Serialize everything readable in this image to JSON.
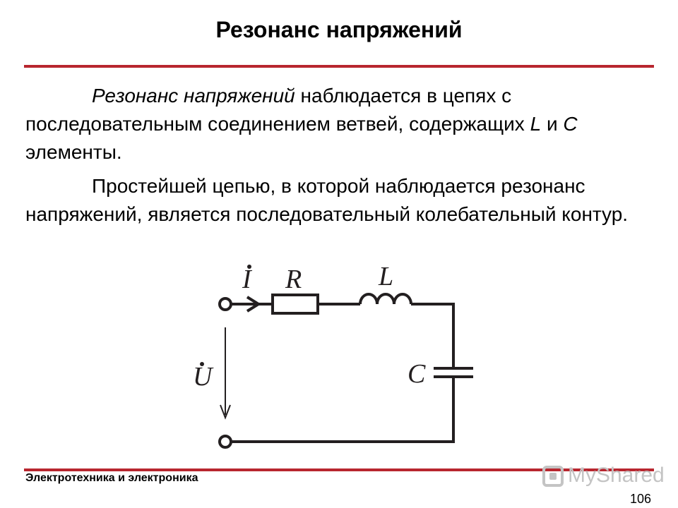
{
  "slide": {
    "title": "Резонанс напряжений",
    "paragraph1": {
      "term": "Резонанс напряжений",
      "text_a": " наблюдается в цепях с последовательным соединением ветвей, содержащих ",
      "symbol_l": "L",
      "text_b": " и ",
      "symbol_c": "C",
      "text_c": " элементы."
    },
    "paragraph2": "Простейшей цепью, в которой наблюдается резонанс напряжений, является последовательный колебательный контур.",
    "circuit": {
      "current_label": "I",
      "voltage_label": "U",
      "resistor_label": "R",
      "inductor_label": "L",
      "capacitor_label": "C"
    },
    "footer": "Электротехника и электроника",
    "page_number": "106",
    "watermark": "MyShared"
  },
  "colors": {
    "accent_rule": "#b8262f",
    "watermark": "#c4c4c4"
  }
}
